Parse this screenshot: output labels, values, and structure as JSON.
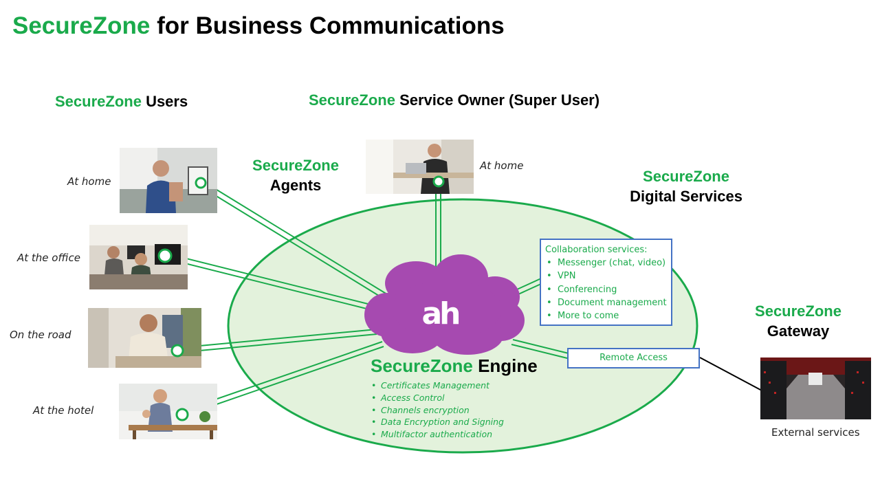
{
  "title": {
    "brand": "SecureZone",
    "rest": "for Business Communications"
  },
  "users": {
    "heading_brand": "SecureZone",
    "heading_rest": "Users",
    "locations": [
      "At home",
      "At the office",
      "On the road",
      "At the hotel"
    ]
  },
  "service_owner": {
    "heading_brand": "SecureZone",
    "heading_rest": "Service Owner (Super User)",
    "location": "At home"
  },
  "agents": {
    "line1": "SecureZone",
    "line2": "Agents"
  },
  "digital_services": {
    "line1": "SecureZone",
    "line2": "Digital Services"
  },
  "gateway": {
    "line1": "SecureZone",
    "line2": "Gateway"
  },
  "collaboration": {
    "title": "Collaboration services:",
    "items": [
      "Messenger (chat, video)",
      "VPN",
      "Conferencing",
      "Document management",
      "More to come"
    ]
  },
  "remote_access": "Remote Access",
  "engine": {
    "brand": "SecureZone",
    "rest": "Engine",
    "logo_text": "ah",
    "features": [
      "Certificates Management",
      "Access Control",
      "Channels encryption",
      "Data Encryption and Signing",
      "Multifactor authentication"
    ]
  },
  "external_services": "External services",
  "colors": {
    "brand_green": "#1aaa4b",
    "zone_fill": "#e3f2dc",
    "cloud_purple": "#a64ab0",
    "box_border": "#4472c4"
  }
}
